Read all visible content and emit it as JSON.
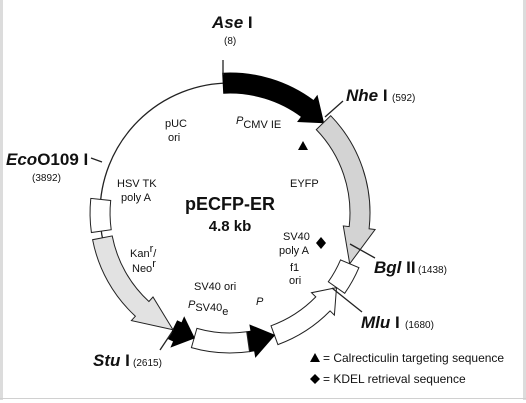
{
  "plasmid": {
    "name": "pECFP-ER",
    "size": "4.8 kb"
  },
  "sites": {
    "ase": {
      "name": "Ase",
      "tail": " I",
      "pos": "(8)"
    },
    "nhe": {
      "name": "Nhe",
      "tail": " I",
      "pos": "(592)"
    },
    "bgl": {
      "name": "Bgl",
      "tail": " II",
      "pos": "(1438)"
    },
    "mlu": {
      "name": "Mlu",
      "tail": " I",
      "pos": "(1680)"
    },
    "stu": {
      "name": "Stu",
      "tail": " I",
      "pos": "(2615)"
    },
    "eco": {
      "name": "Eco",
      "tail": "O109 I",
      "pos": "(3892)"
    }
  },
  "features": {
    "puc": {
      "l1": "pUC",
      "l2": "ori"
    },
    "cmv": {
      "p": "P",
      "sub": "CMV  IE"
    },
    "eyfp": "EYFP",
    "sv40_polya": {
      "l1": "SV40",
      "l2": "poly A"
    },
    "f1": {
      "l1": "f1",
      "l2": "ori"
    },
    "p_label": "P",
    "sv40_ori": {
      "l1": "SV40 ori",
      "p": "P",
      "sub": "SV40",
      "subsub": "e"
    },
    "kan": {
      "l1a": "Kan",
      "sup1": "r",
      "l1b": "/",
      "l2": "Neo",
      "sup2": "r"
    },
    "hsv": {
      "l1": "HSV TK",
      "l2": "poly A"
    }
  },
  "legend": {
    "triangle_text": "= Calrecticulin targeting sequence",
    "diamond_text": "= KDEL retrieval sequence"
  },
  "colors": {
    "black_feature": "#000000",
    "gray_feature": "#d3d3d3",
    "outline": "#222222"
  }
}
